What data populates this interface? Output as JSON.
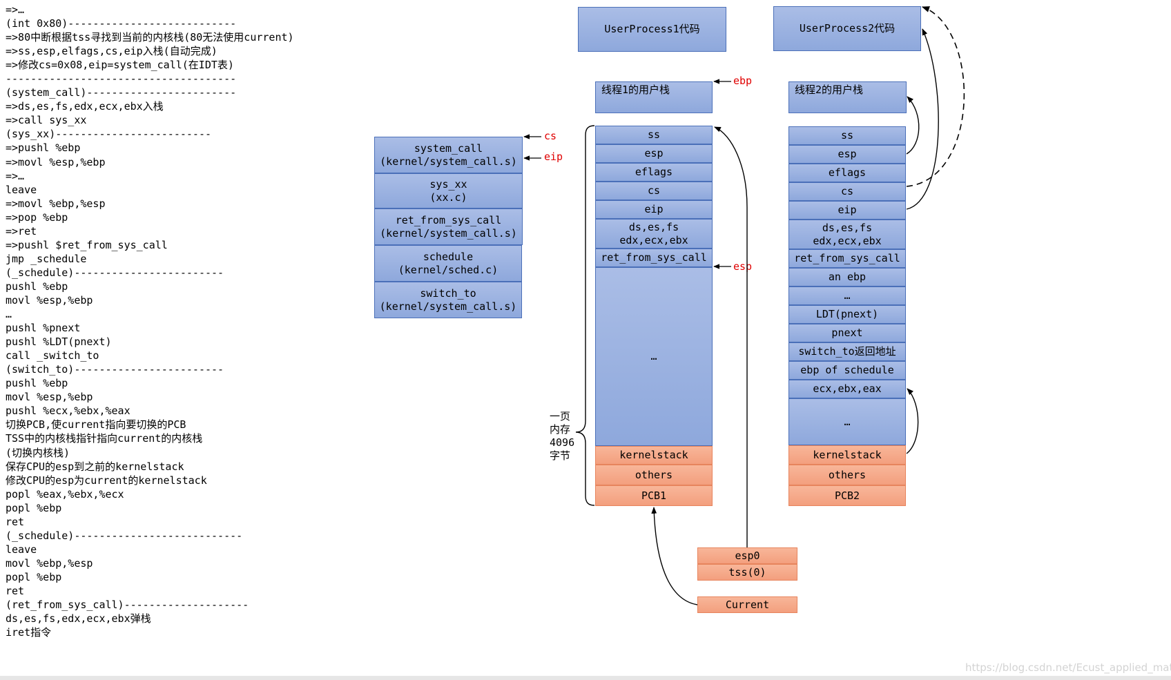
{
  "code_lines": [
    "=>…",
    "(int 0x80)---------------------------",
    "=>80中断根据tss寻找到当前的内核栈(80无法使用current)",
    "=>ss,esp,elfags,cs,eip入栈(自动完成)",
    "=>修改cs=0x08,eip=system_call(在IDT表)",
    "-------------------------------------",
    "(system_call)------------------------",
    "=>ds,es,fs,edx,ecx,ebx入栈",
    "=>call sys_xx",
    "(sys_xx)-------------------------",
    "=>pushl %ebp",
    "=>movl %esp,%ebp",
    "=>…",
    "leave",
    "=>movl %ebp,%esp",
    "=>pop %ebp",
    "=>ret",
    "=>pushl $ret_from_sys_call",
    "jmp _schedule",
    "(_schedule)------------------------",
    "pushl %ebp",
    "movl %esp,%ebp",
    "…",
    "pushl %pnext",
    "pushl %LDT(pnext)",
    "call _switch_to",
    "(switch_to)------------------------",
    "pushl %ebp",
    "movl %esp,%ebp",
    "pushl %ecx,%ebx,%eax",
    "切换PCB,使current指向要切换的PCB",
    "TSS中的内核栈指针指向current的内核栈",
    "(切换内核栈)",
    "保存CPU的esp到之前的kernelstack",
    "修改CPU的esp为current的kernelstack",
    "popl %eax,%ebx,%ecx",
    "popl %ebp",
    "ret",
    "(_schedule)---------------------------",
    "leave",
    "movl %ebp,%esp",
    "popl %ebp",
    "ret",
    "(ret_from_sys_call)--------------------",
    "ds,es,fs,edx,ecx,ebx弹栈",
    "iret指令"
  ],
  "call_stack": [
    {
      "line1": "system_call",
      "line2": "(kernel/system_call.s)"
    },
    {
      "line1": "sys_xx",
      "line2": "(xx.c)"
    },
    {
      "line1": "ret_from_sys_call",
      "line2": "(kernel/system_call.s)"
    },
    {
      "line1": "schedule",
      "line2": "(kernel/sched.c)"
    },
    {
      "line1": "switch_to",
      "line2": "(kernel/system_call.s)"
    }
  ],
  "labels": {
    "cs": "cs",
    "eip": "eip",
    "ebp": "ebp",
    "esp": "esp",
    "page_memory": [
      "一页",
      "内存",
      "4096",
      "字节"
    ]
  },
  "process1": {
    "code": "UserProcess1代码",
    "user_stack": "线程1的用户栈",
    "kernel_items": [
      "ss",
      "esp",
      "eflags",
      "cs",
      "eip"
    ],
    "segregs": [
      "ds,es,fs",
      "edx,ecx,ebx"
    ],
    "ret": "ret_from_sys_call",
    "ellipsis": "…",
    "pcb_items": [
      "kernelstack",
      "others",
      "PCB1"
    ]
  },
  "process2": {
    "code": "UserProcess2代码",
    "user_stack": "线程2的用户栈",
    "kernel_items": [
      "ss",
      "esp",
      "eflags",
      "cs",
      "eip"
    ],
    "segregs": [
      "ds,es,fs",
      "edx,ecx,ebx"
    ],
    "items_after": [
      "ret_from_sys_call",
      "an ebp",
      "…",
      "LDT(pnext)",
      "pnext",
      "switch_to返回地址",
      "ebp of schedule",
      "ecx,ebx,eax"
    ],
    "ellipsis": "…",
    "pcb_items": [
      "kernelstack",
      "others",
      "PCB2"
    ]
  },
  "tss": {
    "esp0": "esp0",
    "tss0": "tss(0)",
    "current": "Current"
  },
  "watermark": "https://blog.csdn.net/Ecust_applied_math",
  "colors": {
    "blue_fill": "#9bb3e2",
    "blue_border": "#4a6fb8",
    "orange_fill": "#f5a889",
    "orange_border": "#e7845d",
    "label_red": "#e00000"
  }
}
